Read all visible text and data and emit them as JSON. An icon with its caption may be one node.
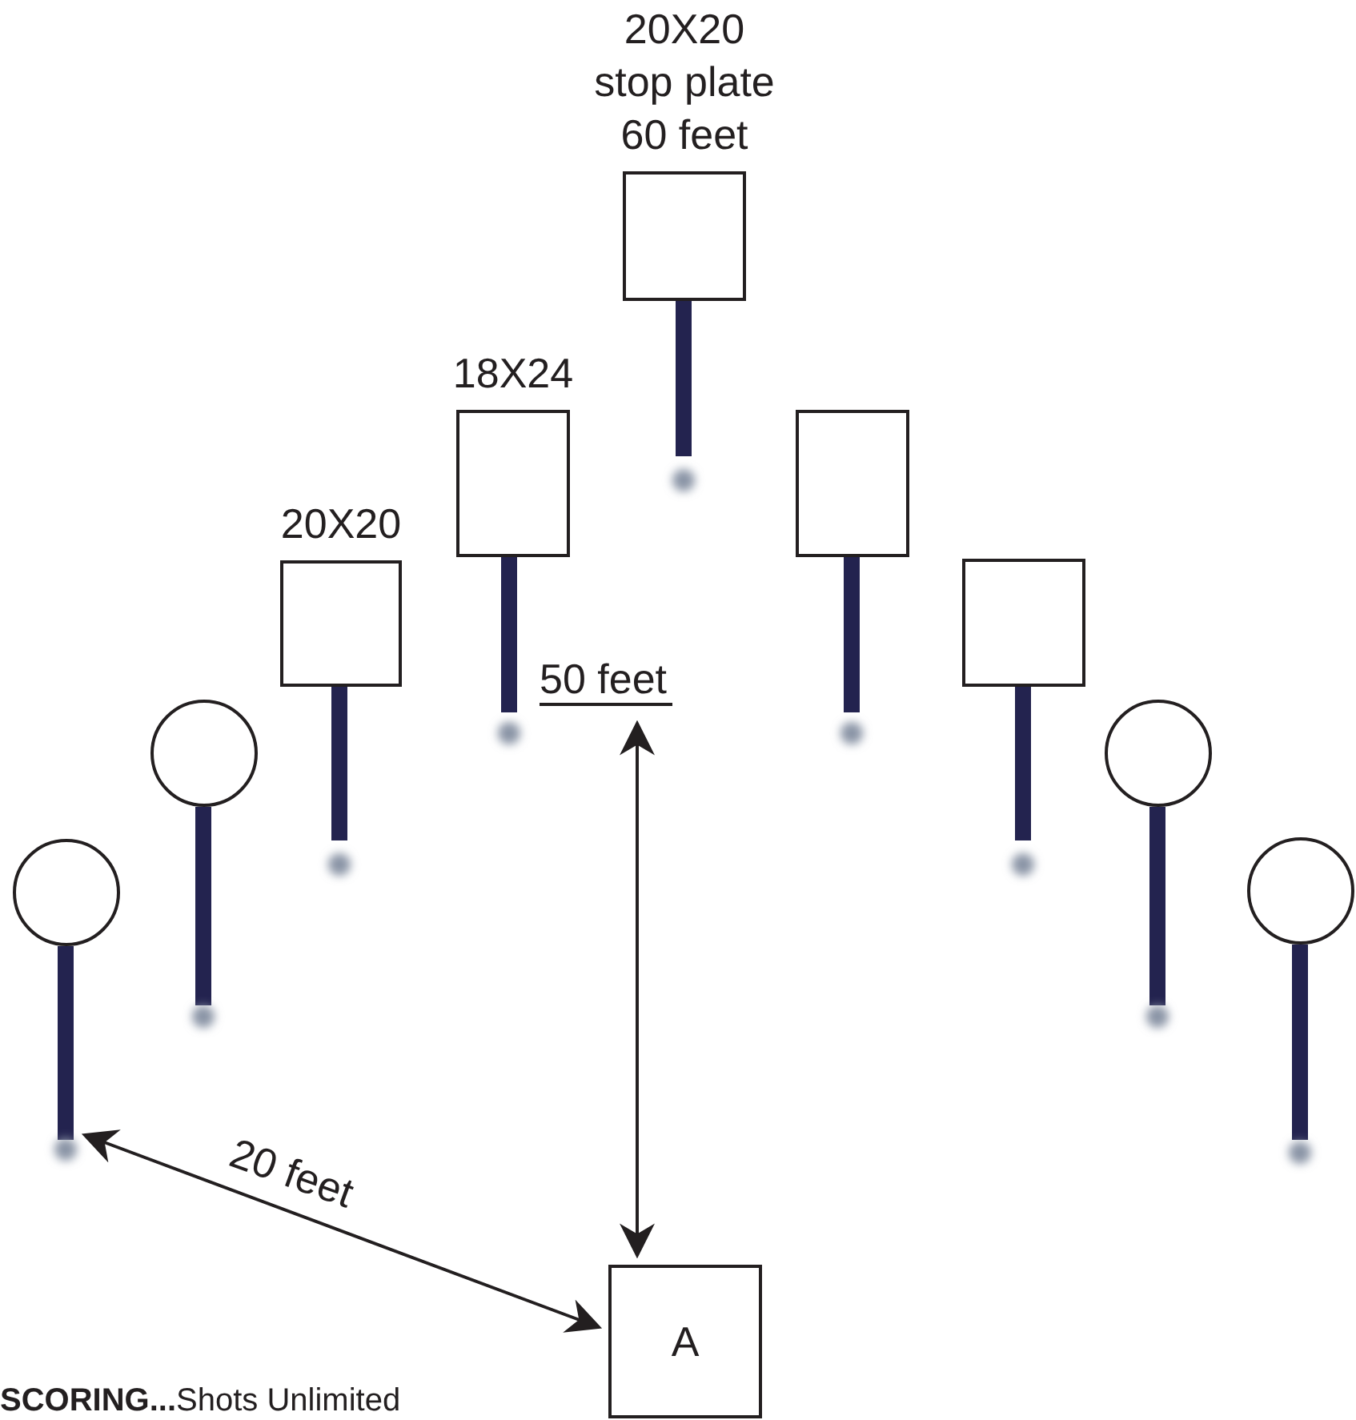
{
  "diagram": {
    "nodes": [
      {
        "text": [],
        "shape": "circle"
      },
      {
        "text": [],
        "shape": "circle"
      },
      {
        "text": [],
        "shape": "box",
        "beside": [
          "20X20"
        ]
      },
      {
        "text": [],
        "shape": "box",
        "beside": [
          "18X24"
        ]
      },
      {
        "text": [],
        "shape": "box",
        "beside": [
          "20X20",
          "stop plate",
          "60 feet"
        ]
      },
      {
        "text": [],
        "shape": "box"
      },
      {
        "text": [],
        "shape": "box"
      },
      {
        "text": [],
        "shape": "circle"
      },
      {
        "text": [],
        "shape": "circle"
      },
      {
        "text": [
          "A"
        ]
      }
    ],
    "edges": [],
    "labels": [
      "50 feet",
      "20 feet",
      "**SCORING...**Shots Unlimited"
    ]
  }
}
